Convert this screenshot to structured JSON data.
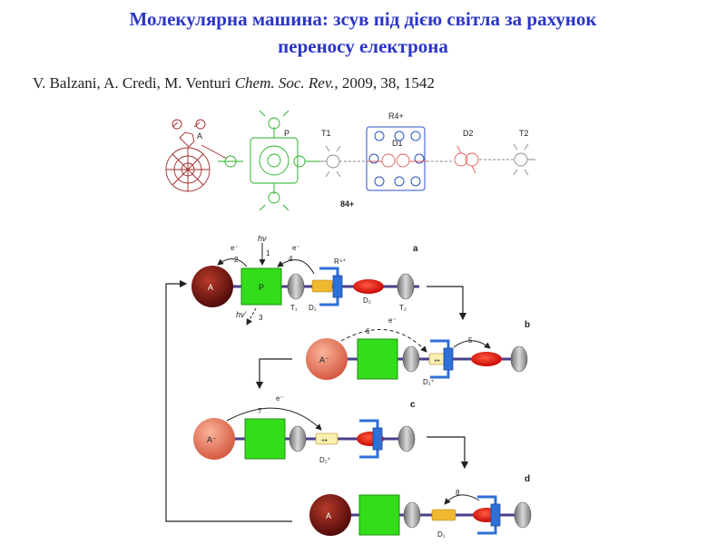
{
  "slide": {
    "title_line1": "Молекулярна машина: зсув під дією світла за рахунок",
    "title_line2": "переносу електрона",
    "citation_authors": "V. Balzani, A. Credi, M. Venturi ",
    "citation_journal": "Chem. Soc. Rev.",
    "citation_details": ", 2009, 38, 1542"
  },
  "structure": {
    "labels": [
      "A",
      "P",
      "T1",
      "R4+",
      "D1",
      "D2",
      "T2",
      "84+"
    ],
    "colors": {
      "fullerene": "#9e2a2a",
      "porphyrin": "#22b022",
      "ring": "#2b52c4",
      "station": "#e0605a",
      "stopper": "#888888"
    }
  },
  "scheme": {
    "panels": [
      "a",
      "b",
      "c",
      "d"
    ],
    "labels": {
      "hv": "hν",
      "hv_prime": "hν'",
      "e": "e⁻",
      "step1": "1",
      "step2": "2",
      "step3": "3",
      "step4": "4",
      "step5": "5",
      "step6": "6",
      "step7": "7",
      "step8": "8",
      "A": "A",
      "A_minus": "A⁻",
      "P": "P",
      "R": "R⁴⁺",
      "T1": "T₁",
      "T2": "T₂",
      "D1": "D₁",
      "D1_plus": "D₁⁺",
      "D2": "D₂",
      "plus": "+•"
    },
    "colors": {
      "A_dark": "#6e1010",
      "A_light": "#e36a50",
      "P": "#33dd1a",
      "ring": "#2f6fd8",
      "D1": "#f0b830",
      "D2": "#e01818",
      "stopper": "#9a9a9a"
    }
  }
}
